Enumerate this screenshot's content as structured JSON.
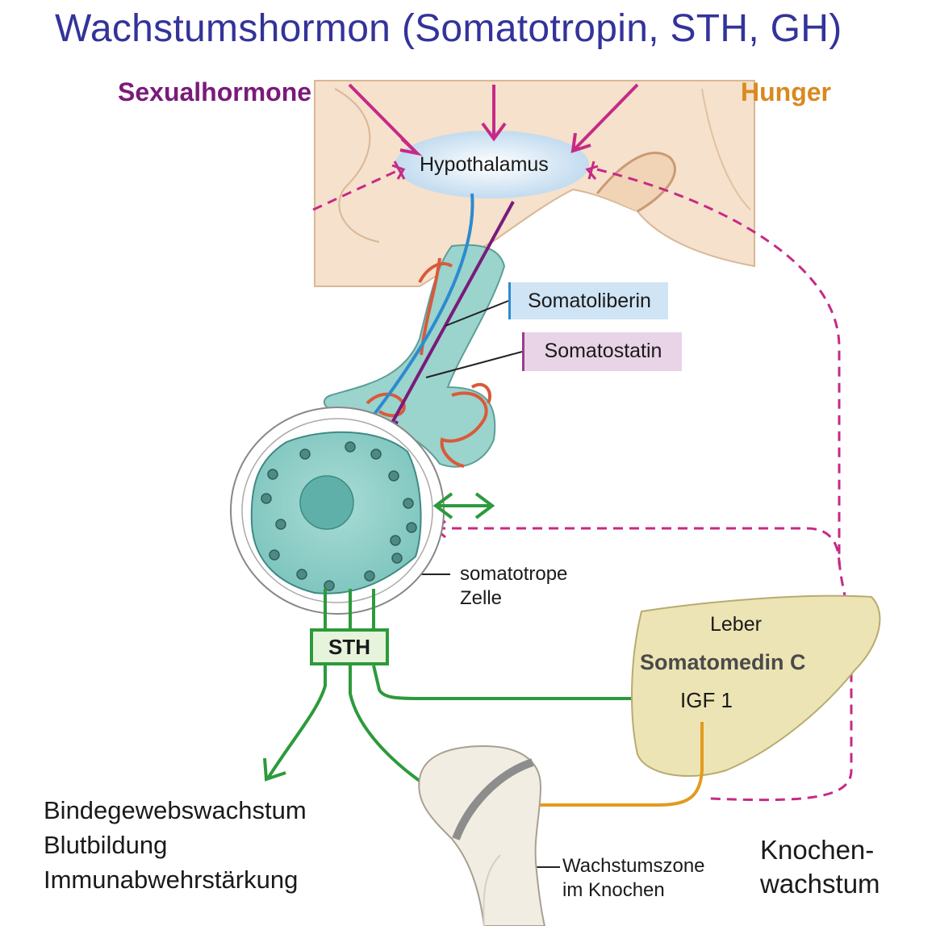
{
  "title": "Wachstumshormon (Somatotropin, STH, GH)",
  "inputs": {
    "left": "Sexualhormone",
    "right": "Hunger"
  },
  "hypothalamus": "Hypothalamus",
  "hormones": {
    "releasing": "Somatoliberin",
    "inhibiting": "Somatostatin"
  },
  "cell_label": "somatotrope Zelle",
  "hormone_box": "STH",
  "liver": {
    "organ": "Leber",
    "product": "Somatomedin C",
    "factor": "IGF 1"
  },
  "effects": [
    "Bindegewebswachstum",
    "Blutbildung",
    "Immunabwehrstärkung"
  ],
  "growth_zone": "Wachstumszone im Knochen",
  "bone_growth": "Knochen-wachstum",
  "colors": {
    "title": "#33339a",
    "stimulating": "#2d9a3b",
    "feedback_inhibition": "#c62a86",
    "somatoliberin": "#2c8bd0",
    "somatostatin": "#7a1a7a",
    "igf1_pathway": "#e39a1e",
    "hunger_label": "#d88a1f",
    "sexualhormone_label": "#7a1a7a"
  }
}
